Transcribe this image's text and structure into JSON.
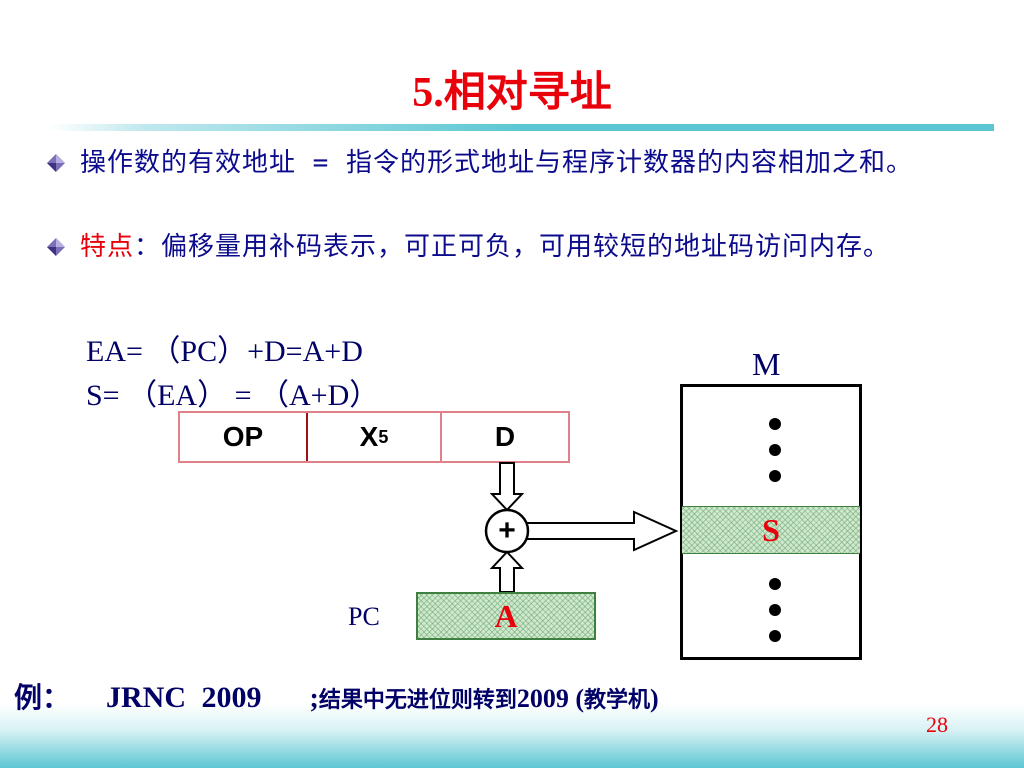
{
  "slide": {
    "title_num": "5.",
    "title_text": "相对寻址",
    "page_number": "28"
  },
  "bullets": [
    {
      "parts": [
        {
          "text": "操作数的有效地址 = 指令的形式地址与程序计数器的内容相加之和。",
          "highlight": false
        }
      ]
    },
    {
      "parts": [
        {
          "text": "特点",
          "highlight": true
        },
        {
          "text": "：偏移量用补码表示，可正可负，可用较短的地址码访问内存。",
          "highlight": false
        }
      ]
    }
  ],
  "formulas": {
    "line1": "EA= （PC）+D=A+D",
    "line2": "S= （EA） = （A+D）"
  },
  "diagram": {
    "instruction_fields": {
      "op": "OP",
      "x_base": "X",
      "x_sub": "5",
      "d": "D"
    },
    "adder_symbol": "+",
    "pc_label": "PC",
    "pc_value": "A",
    "memory_label": "M",
    "memory_target": "S"
  },
  "example": {
    "label": "例：",
    "instruction": "JRNC  2009",
    "comment_prefix": ";",
    "comment_cn1": "结果中无进位则转到",
    "comment_addr": "2009 (",
    "comment_cn2": "教学机",
    "comment_close": ")"
  },
  "colors": {
    "title": "#e8000b",
    "body_text": "#0b0b8c",
    "highlight": "#e8000b",
    "accent_teal": "#5cc7d3"
  }
}
